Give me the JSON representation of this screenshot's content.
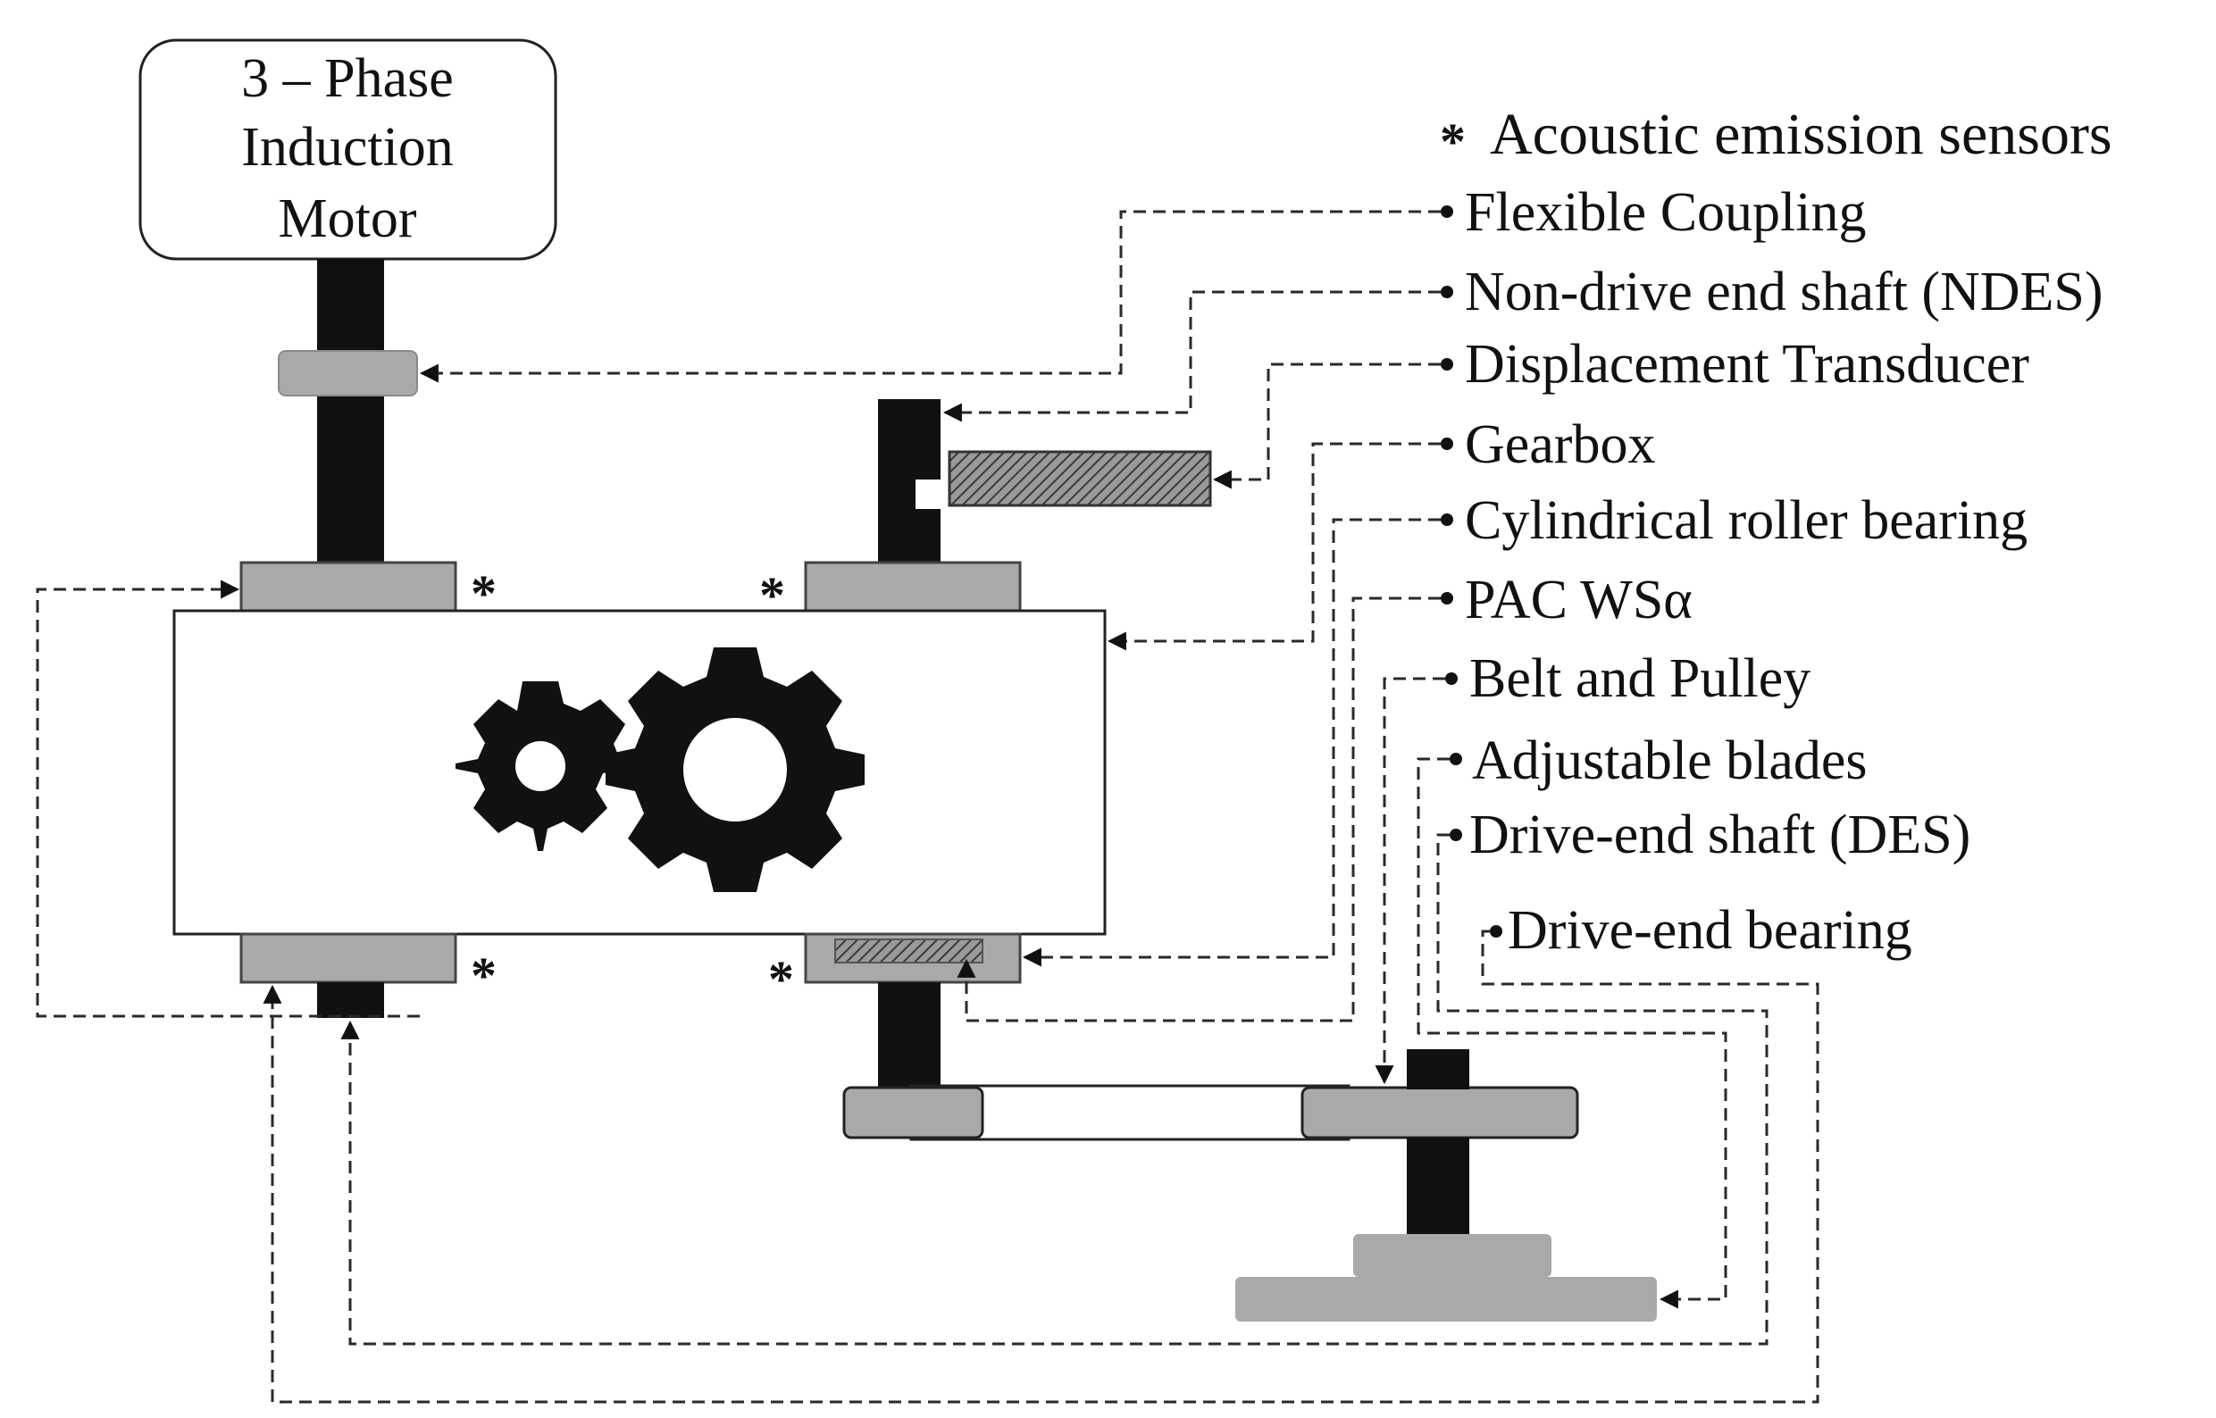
{
  "motor": {
    "line1": "3 – Phase",
    "line2": "Induction",
    "line3": "Motor"
  },
  "legend": {
    "symbol": "*",
    "text": "Acoustic emission sensors"
  },
  "labels": {
    "flexible_coupling": "Flexible Coupling",
    "ndes": "Non-drive end shaft (NDES)",
    "displacement_transducer": "Displacement Transducer",
    "gearbox": "Gearbox",
    "cylindrical_roller_bearing": "Cylindrical roller bearing",
    "pac_wsa": "PAC WSα",
    "belt_pulley": "Belt and Pulley",
    "adjustable_blades": "Adjustable blades",
    "des": "Drive-end shaft (DES)",
    "drive_end_bearing": "Drive-end bearing"
  },
  "sensor_marks": {
    "top_left": "*",
    "top_right": "*",
    "bottom_left": "*",
    "bottom_right": "*"
  },
  "colors": {
    "shaft": "#111111",
    "bearing_fill": "#a9a9a9",
    "line": "#2a2a2a"
  }
}
